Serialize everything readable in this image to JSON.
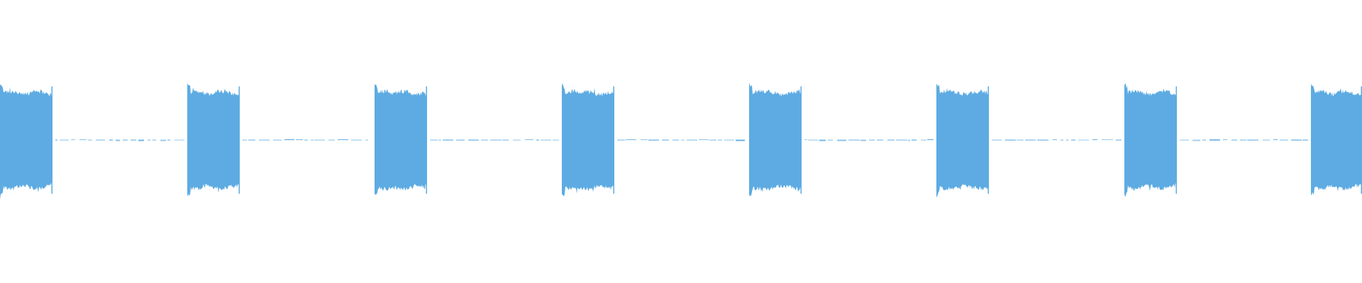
{
  "waveform": {
    "color": "#5dabe2",
    "background": "#ffffff",
    "burst_count": 8,
    "burst_amplitude_fraction": 0.78,
    "silence_amplitude_fraction": 0.01
  }
}
